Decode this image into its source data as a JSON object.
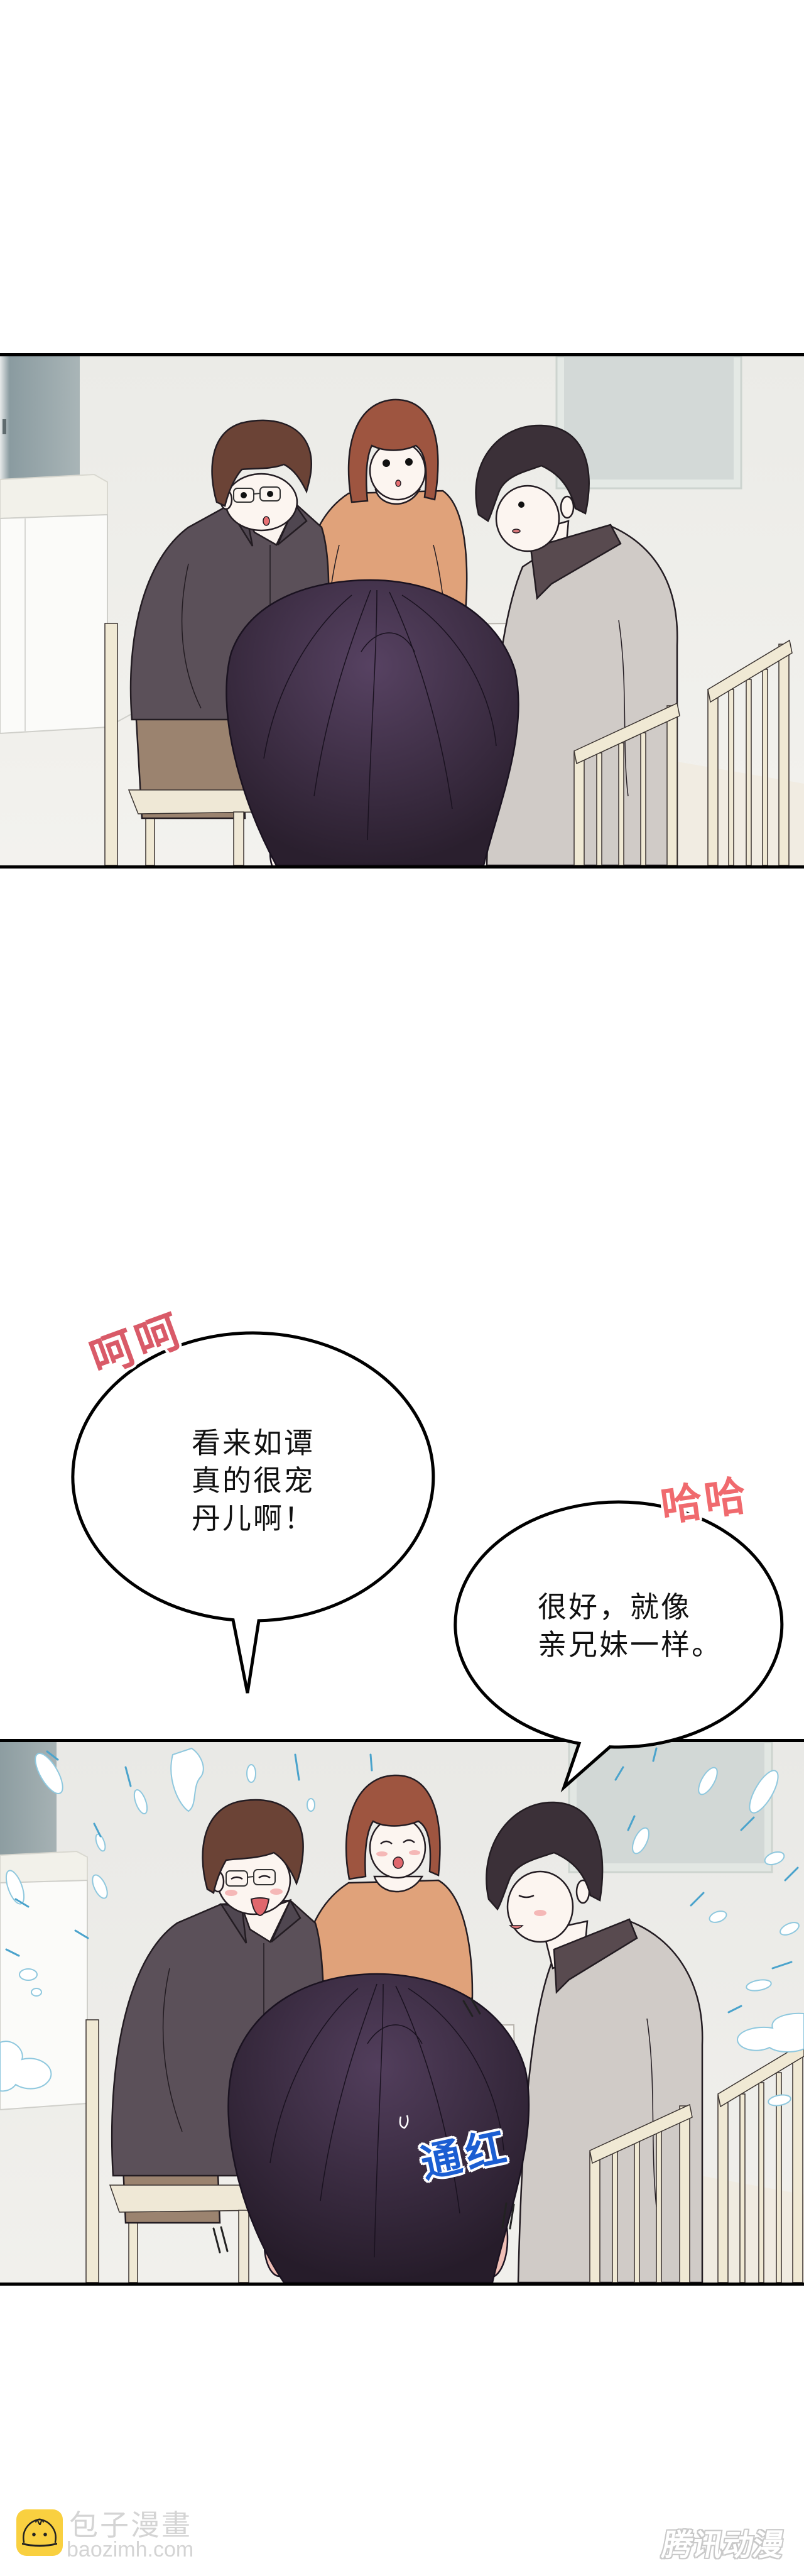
{
  "page": {
    "background": "#ffffff",
    "panel_border": "#000000"
  },
  "panels": [
    {
      "scene": "dining table, four people",
      "characters": {
        "glasses_man": {
          "expression": "surprised",
          "hair": "#6b4336",
          "shirt": "#5b5059",
          "pants": "#9b836f"
        },
        "woman": {
          "expression": "surprised",
          "hair": "#9e5540",
          "sweater": "#e0a27a"
        },
        "dark_hair_man": {
          "expression": "surprised",
          "hair": "#3b3038",
          "shirt": "#d0cbc7",
          "collar": "#584a4f"
        },
        "foreground_head": {
          "hair": "#3a2b3d"
        }
      }
    },
    {
      "scene": "dining table, four people laughing",
      "characters": {
        "glasses_man": {
          "expression": "laughing",
          "hair": "#6b4336",
          "shirt": "#5b5059",
          "pants": "#9b836f"
        },
        "woman": {
          "expression": "laughing",
          "hair": "#9e5540",
          "sweater": "#e0a27a"
        },
        "dark_hair_man": {
          "expression": "smiling",
          "hair": "#3b3038",
          "shirt": "#d0cbc7",
          "collar": "#584a4f"
        },
        "foreground_head": {
          "hair": "#3a2b3d",
          "ears": "blushing"
        }
      },
      "effects": {
        "splash_stroke": "#8fc8de",
        "splash_dash": "#4aa3cc"
      }
    }
  ],
  "bubbles": [
    {
      "lines": [
        "看来如谭",
        "真的很宠",
        "丹儿啊！"
      ]
    },
    {
      "lines": [
        "很好，就像",
        "亲兄妹一样。"
      ]
    }
  ],
  "sfx": [
    {
      "text": "呵呵",
      "color": "#d95a68"
    },
    {
      "text": "哈哈",
      "color": "#f06a6e"
    },
    {
      "text": "通红",
      "color": "#1b5ed2"
    }
  ],
  "watermarks": {
    "baozi": {
      "icon": "bun-logo-icon",
      "icon_color": "#f9d040",
      "title": "包子漫畫",
      "url": "baozimh.com"
    },
    "tencent": {
      "text": "腾讯动漫"
    }
  }
}
